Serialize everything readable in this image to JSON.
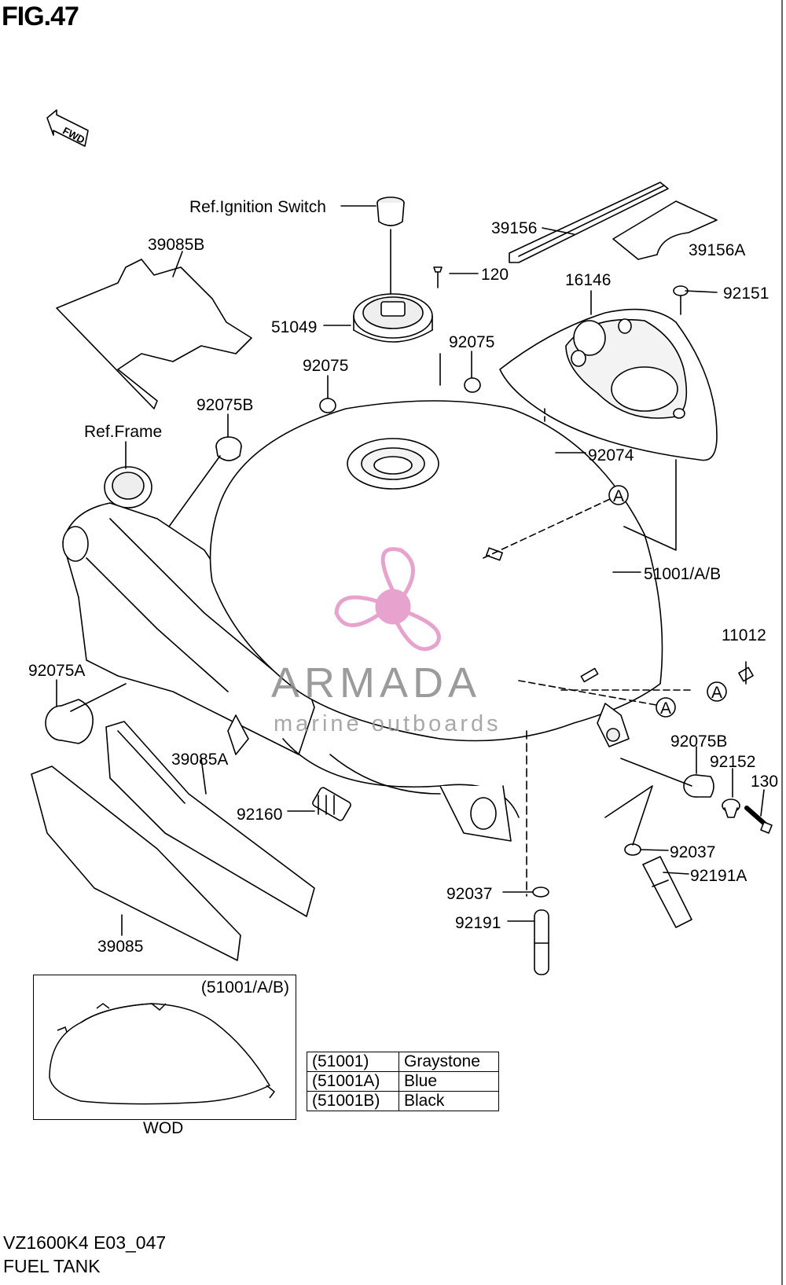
{
  "figure": {
    "title": "FIG.47",
    "model_code": "VZ1600K4 E03_047",
    "section_name": "FUEL TANK"
  },
  "direction_marker": {
    "text": "FWD",
    "icon": "forward-arrow-icon"
  },
  "reference_labels": {
    "ignition_switch": "Ref.Ignition Switch",
    "frame": "Ref.Frame"
  },
  "part_labels": {
    "p39156": "39156",
    "p39156a": "39156A",
    "p39085b": "39085B",
    "p120": "120",
    "p16146": "16146",
    "p92151": "92151",
    "p51049": "51049",
    "p92075_a": "92075",
    "p92075_b": "92075",
    "p92075b_top": "92075B",
    "p92074": "92074",
    "p51001": "51001/A/B",
    "p11012": "11012",
    "p92075a": "92075A",
    "p39085a": "39085A",
    "p92160": "92160",
    "p92075b_right": "92075B",
    "p92152": "92152",
    "p130": "130",
    "p92037_right": "92037",
    "p92191a": "92191A",
    "p92037_bottom": "92037",
    "p92191": "92191",
    "p39085": "39085"
  },
  "callouts": {
    "a1": "A",
    "a2": "A",
    "a3": "A"
  },
  "inset": {
    "label": "(51001/A/B)",
    "caption": "WOD"
  },
  "variants_table": [
    {
      "code": "(51001)",
      "color": "Graystone"
    },
    {
      "code": "(51001A)",
      "color": "Blue"
    },
    {
      "code": "(51001B)",
      "color": "Black"
    }
  ],
  "watermark": {
    "brand": "ARMADA",
    "tagline": "marine outboards",
    "color": "#e59ac8"
  }
}
